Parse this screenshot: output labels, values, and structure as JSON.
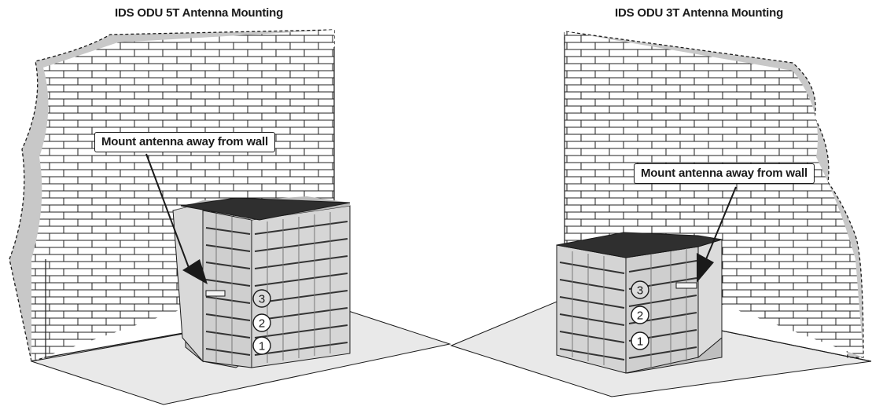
{
  "panels": [
    {
      "title": "IDS ODU 5T Antenna Mounting",
      "callout": "Mount antenna away from wall",
      "markers": [
        "3",
        "2",
        "1"
      ]
    },
    {
      "title": "IDS ODU 3T Antenna Mounting",
      "callout": "Mount antenna away from wall",
      "markers": [
        "3",
        "2",
        "1"
      ]
    }
  ],
  "colors": {
    "line": "#1a1a1a",
    "wall_edge": "#c8c8c8",
    "floor": "#e9e9e9",
    "unit_top": "#2f2f2f",
    "unit_body": "#d6d6d6",
    "marker_fill": "#e0e0e0"
  }
}
